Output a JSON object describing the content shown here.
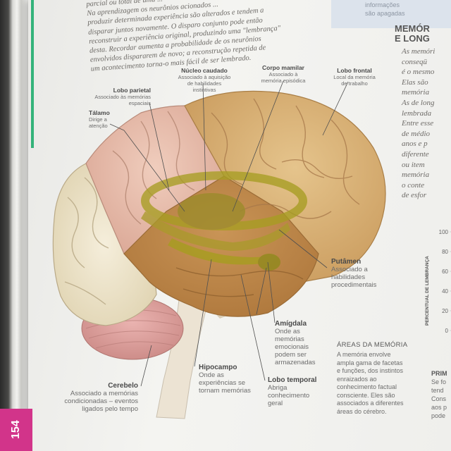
{
  "page_number": "154",
  "intro_paragraph": [
    "parcial ou total de uma ...",
    "Na aprendizagem os neurônios acionados ...",
    "produzir determinada experiência são alterados e tendem a",
    "disparar juntos novamente. O disparo conjunto pode então",
    "reconstruir a experiência original, produzindo uma \"lembrança\"",
    "desta. Recordar aumenta a probabilidade de os neurônios",
    "envolvidos dispararem de novo; a reconstrução repetida de",
    "um acontecimento torna-o mais fácil de ser lembrado."
  ],
  "top_box_text": [
    "informações",
    "são apagadas"
  ],
  "right_heading": [
    "MEMÓR",
    "E LONG"
  ],
  "right_column": [
    "As memóri",
    "conseqü",
    "é o mesmo",
    "Elas são",
    "memória",
    "As de long",
    "lembrada",
    "Entre esse",
    "de médio",
    "anos e p",
    "diferente",
    "ou item",
    "memória",
    "o conte",
    "de esfor"
  ],
  "chart_axis": {
    "label": "PERCENTUAL DE LEMBRANÇA",
    "ticks": [
      "100",
      "80",
      "60",
      "40",
      "20",
      "0"
    ]
  },
  "labels": {
    "nucleo": {
      "title": "Núcleo caudado",
      "desc": [
        "Associado à aquisição",
        "de habilidades",
        "instintivas"
      ]
    },
    "corpo": {
      "title": "Corpo mamilar",
      "desc": [
        "Associado à",
        "memória episódica"
      ]
    },
    "frontal": {
      "title": "Lobo frontal",
      "desc": [
        "Local da memória",
        "de trabalho"
      ]
    },
    "parietal": {
      "title": "Lobo parietal",
      "desc": [
        "Associado às memórias",
        "espaciais"
      ]
    },
    "talamo": {
      "title": "Tálamo",
      "desc": [
        "Dirige a",
        "atenção"
      ]
    },
    "putamen": {
      "title": "Putâmen",
      "desc": [
        "Associado a",
        "habilidades",
        "procedimentais"
      ]
    },
    "amigdala": {
      "title": "Amígdala",
      "desc": [
        "Onde as",
        "memórias",
        "emocionais",
        "podem ser",
        "armazenadas"
      ]
    },
    "hipocampo": {
      "title": "Hipocampo",
      "desc": [
        "Onde as",
        "experiências se",
        "tornam memórias"
      ]
    },
    "temporal": {
      "title": "Lobo temporal",
      "desc": [
        "Abriga",
        "conhecimento",
        "geral"
      ]
    },
    "cerebelo": {
      "title": "Cerebelo",
      "desc": [
        "Associado a memórias",
        "condicionadas – eventos",
        "ligados pelo tempo"
      ]
    }
  },
  "areas": {
    "title": "ÁREAS DA MEMÓRIA",
    "text": [
      "A memória envolve",
      "ampla gama de facetas",
      "e funções, dos instintos",
      "enraizados ao",
      "conhecimento factual",
      "consciente. Eles são",
      "associados a diferentes",
      "áreas do cérebro."
    ]
  },
  "prim": {
    "title": "PRIM",
    "lines": [
      "Se fo",
      "tend",
      "Cons",
      "aos p",
      "pode"
    ]
  },
  "colors": {
    "accent_magenta": "#d2348a",
    "accent_green": "#34b37a",
    "frontal_lobe": "#d8b47c",
    "parietal_lobe": "#e6bba9",
    "occipital_lobe": "#ece2c8",
    "cerebellum": "#e2a6a4",
    "limbic_overlay": "#a9a01f"
  }
}
